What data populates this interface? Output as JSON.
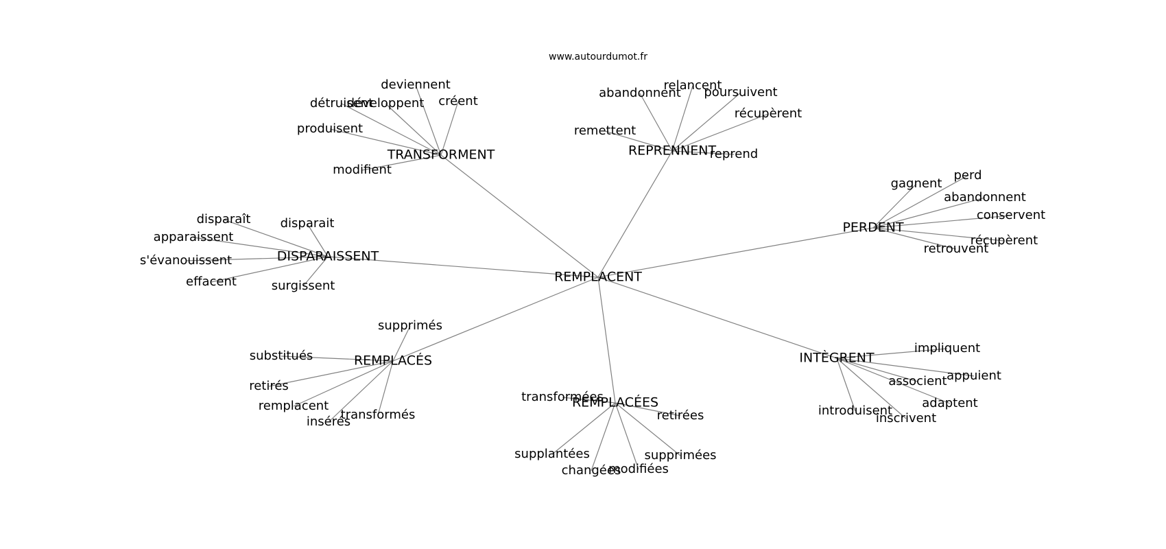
{
  "source": "www.autourdumot.fr",
  "center": "REMPLACENT",
  "groups": [
    {
      "hub": "TRANSFORMENT",
      "leaves": [
        "deviennent",
        "détruisent",
        "développent",
        "créent",
        "produisent",
        "modifient"
      ]
    },
    {
      "hub": "REPRENNENT",
      "leaves": [
        "abandonnent",
        "relancent",
        "poursuivent",
        "récupèrent",
        "remettent",
        "reprend"
      ]
    },
    {
      "hub": "PERDENT",
      "leaves": [
        "gagnent",
        "perd",
        "abandonnent",
        "conservent",
        "récupèrent",
        "retrouvent"
      ]
    },
    {
      "hub": "DISPARAISSENT",
      "leaves": [
        "disparaît",
        "disparait",
        "apparaissent",
        "s'évanouissent",
        "effacent",
        "surgissent"
      ]
    },
    {
      "hub": "REMPLACÉS",
      "leaves": [
        "supprimés",
        "substitués",
        "retirés",
        "remplacent",
        "insérés",
        "transformés"
      ]
    },
    {
      "hub": "REMPLACÉES",
      "leaves": [
        "transformées",
        "retirées",
        "supplantées",
        "changées",
        "modifiées",
        "supprimées"
      ]
    },
    {
      "hub": "INTÈGRENT",
      "leaves": [
        "impliquent",
        "appuient",
        "associent",
        "adaptent",
        "introduisent",
        "inscrivent"
      ]
    }
  ]
}
